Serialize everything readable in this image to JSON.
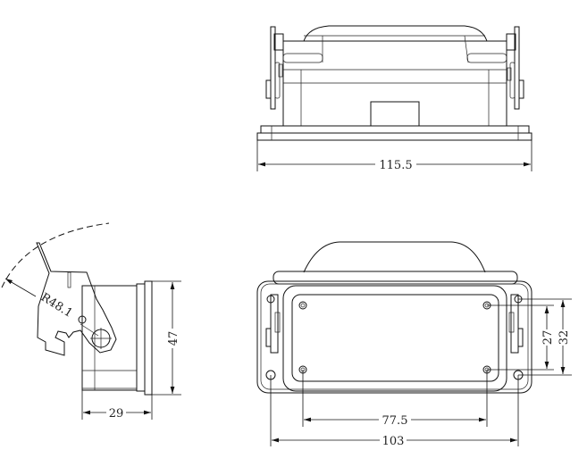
{
  "drawing": {
    "views": {
      "top_view": {
        "dimension_width": "115.5"
      },
      "side_view": {
        "dimension_height": "47",
        "dimension_depth": "29",
        "radius_label": "R48.1"
      },
      "front_view": {
        "dimension_hole_spacing": "77.5",
        "dimension_overall": "103",
        "dimension_inner_height": "27",
        "dimension_outer_height": "32"
      }
    },
    "line_color": "#111111"
  }
}
